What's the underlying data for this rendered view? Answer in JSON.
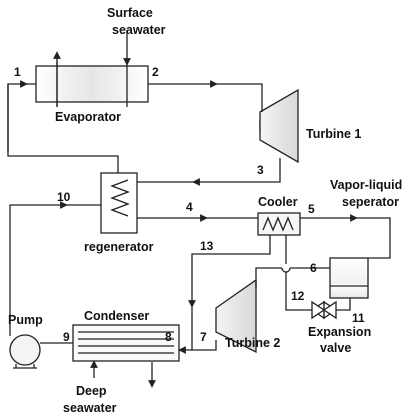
{
  "labels": {
    "surface_seawater_1": "Surface",
    "surface_seawater_2": "seawater",
    "evaporator": "Evaporator",
    "turbine1": "Turbine 1",
    "cooler": "Cooler",
    "vapor_liquid_1": "Vapor-liquid",
    "vapor_liquid_2": "seperator",
    "regenerator": "regenerator",
    "pump": "Pump",
    "condenser": "Condenser",
    "turbine2": "Turbine 2",
    "expansion_1": "Expansion",
    "expansion_2": "valve",
    "deep_seawater_1": "Deep",
    "deep_seawater_2": "seawater"
  },
  "states": {
    "s1": "1",
    "s2": "2",
    "s3": "3",
    "s4": "4",
    "s5": "5",
    "s6": "6",
    "s7": "7",
    "s8": "8",
    "s9": "9",
    "s10": "10",
    "s11": "11",
    "s12": "12",
    "s13": "13"
  }
}
